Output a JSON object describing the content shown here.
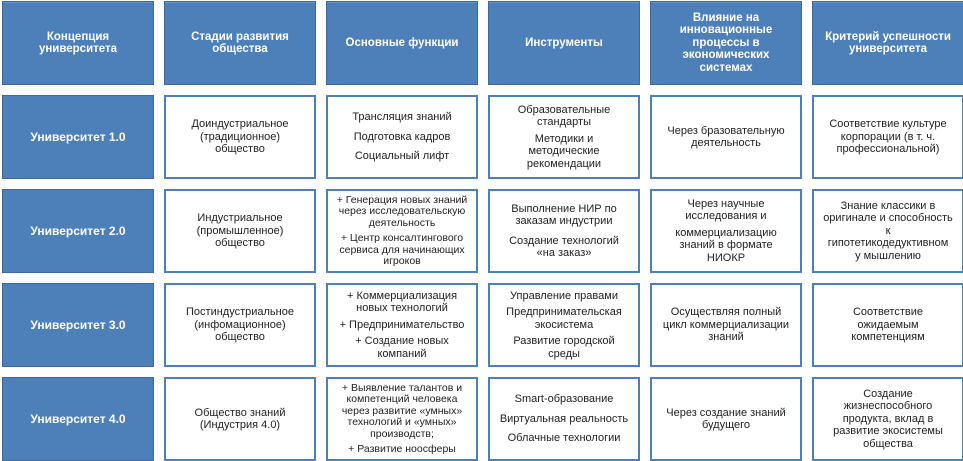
{
  "headers": [
    [
      "Концепция",
      "университета"
    ],
    [
      "Стадии развития",
      "общества"
    ],
    [
      "Основные функции"
    ],
    [
      "Инструменты"
    ],
    [
      "Влияние на",
      "инновационные",
      "процессы в",
      "экономических",
      "системах"
    ],
    [
      "Критерий успешности",
      "университета"
    ]
  ],
  "rows": [
    {
      "label": "Университет 1.0",
      "stage": [
        [
          "Доиндустриальное",
          "(традиционное)",
          "общество"
        ]
      ],
      "functions": [
        [
          "Трансляция знаний"
        ],
        [
          "Подготовка кадров"
        ],
        [
          "Социальный лифт"
        ]
      ],
      "tools": [
        [
          "Образовательные",
          "стандарты"
        ],
        [
          "Методики и",
          "методические",
          "рекомендации"
        ]
      ],
      "influence": [
        [
          "Через бразовательную",
          "деятельность"
        ]
      ],
      "criterion": [
        [
          "Соответствие культуре",
          "корпорации (в т. ч.",
          "профессиональной)"
        ]
      ]
    },
    {
      "label": "Университет 2.0",
      "stage": [
        [
          "Индустриальное",
          "(промышленное)",
          "общество"
        ]
      ],
      "functions": [
        [
          "+ Генерация новых знаний",
          "через исследовательскую",
          "деятельность"
        ],
        [
          "+ Центр консалтингового",
          "сервиса для начинающих",
          "игроков"
        ]
      ],
      "tools": [
        [
          "Выполнение НИР по",
          "заказам индустрии"
        ],
        [
          "Создание технологий",
          "«на заказ»"
        ]
      ],
      "influence": [
        [
          "Через научные",
          "исследования и"
        ],
        [
          "коммерциализацию",
          "знаний в формате",
          "НИОКР"
        ]
      ],
      "criterion": [
        [
          "Знание классики в",
          "оригинале и способность",
          "к",
          "гипотетикодедуктивном",
          "у мышлению"
        ]
      ]
    },
    {
      "label": "Университет 3.0",
      "stage": [
        [
          "Постиндустриальное",
          "(инфомационное)",
          "общество"
        ]
      ],
      "functions": [
        [
          "+ Коммерциализация",
          "новых технологий"
        ],
        [
          "+ Предпринимательство"
        ],
        [
          "+ Создание новых",
          "компаний"
        ]
      ],
      "tools": [
        [
          "Управление правами"
        ],
        [
          "Предпринимательская",
          "экосистема"
        ],
        [
          "Развитие городской",
          "среды"
        ]
      ],
      "influence": [
        [
          "Осуществляя полный",
          "цикл коммерциализации",
          "знаний"
        ]
      ],
      "criterion": [
        [
          "Соответствие",
          "ожидаемым",
          "компетенциям"
        ]
      ]
    },
    {
      "label": "Университет 4.0",
      "stage": [
        [
          "Общество знаний",
          "(Индустрия 4.0)"
        ]
      ],
      "functions": [
        [
          "+ Выявление талантов и",
          "компетенций человека",
          "через развитие «умных»",
          "технологий и «умных»",
          "производств;"
        ],
        [
          "+ Развитие ноосферы"
        ]
      ],
      "tools": [
        [
          "Smart-образование"
        ],
        [
          "Виртуальная реальность"
        ],
        [
          "Облачные технологии"
        ]
      ],
      "influence": [
        [
          "Через создание знаний",
          "будущего"
        ]
      ],
      "criterion": [
        [
          "Создание",
          "жизнеспособного",
          "продукта, вклад в",
          "развитие экосистемы",
          "общества"
        ]
      ]
    }
  ]
}
